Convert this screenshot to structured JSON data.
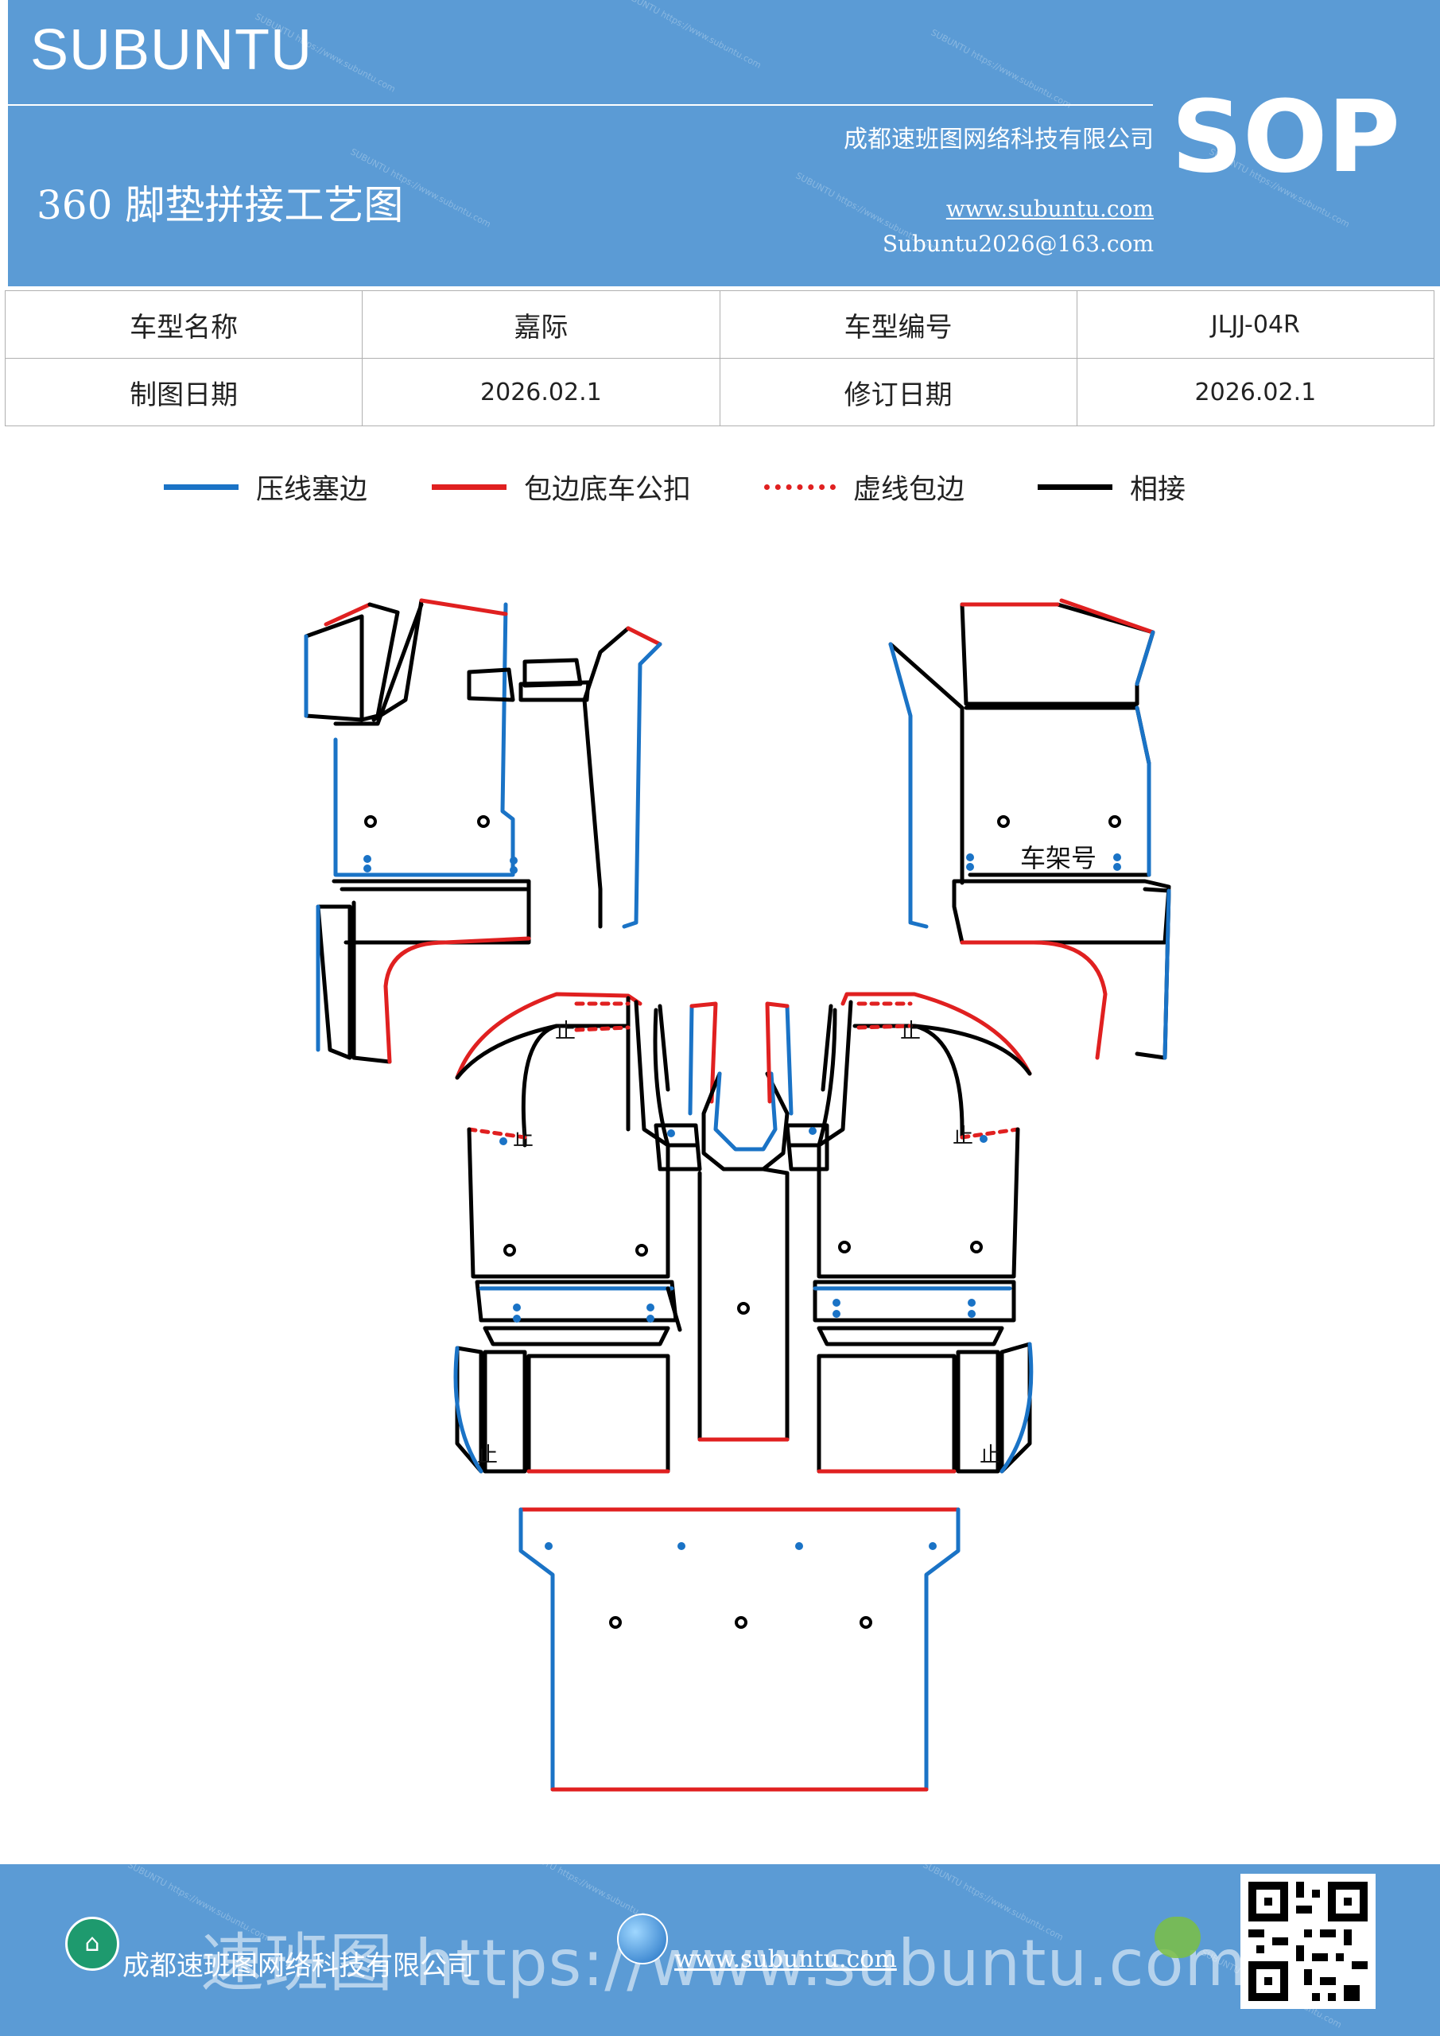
{
  "header": {
    "brand": "SUBUNTU",
    "company": "成都速班图网络科技有限公司",
    "doc_type": "SOP",
    "title": "360 脚垫拼接工艺图",
    "website": "www.subuntu.com",
    "email": "Subuntu2026@163.com"
  },
  "info_table": {
    "rows": [
      [
        "车型名称",
        "嘉际",
        "车型编号",
        "JLJJ-04R"
      ],
      [
        "制图日期",
        "2026.02.1",
        "修订日期",
        "2026.02.1"
      ]
    ]
  },
  "legend": [
    {
      "label": "压线塞边",
      "color": "#1a73c6",
      "style": "solid"
    },
    {
      "label": "包边底车公扣",
      "color": "#e02020",
      "style": "solid"
    },
    {
      "label": "虚线包边",
      "color": "#e02020",
      "style": "dashed"
    },
    {
      "label": "相接",
      "color": "#000000",
      "style": "solid"
    }
  ],
  "diagram": {
    "frame_label": "车架号",
    "stop_mark": "止"
  },
  "footer": {
    "company": "成都速班图网络科技有限公司",
    "website": "www.subuntu.com",
    "watermark": "速班图 https://www.subuntu.com"
  },
  "colors": {
    "header_bg": "#5b9bd5",
    "blue_line": "#1a73c6",
    "red_line": "#e02020"
  }
}
